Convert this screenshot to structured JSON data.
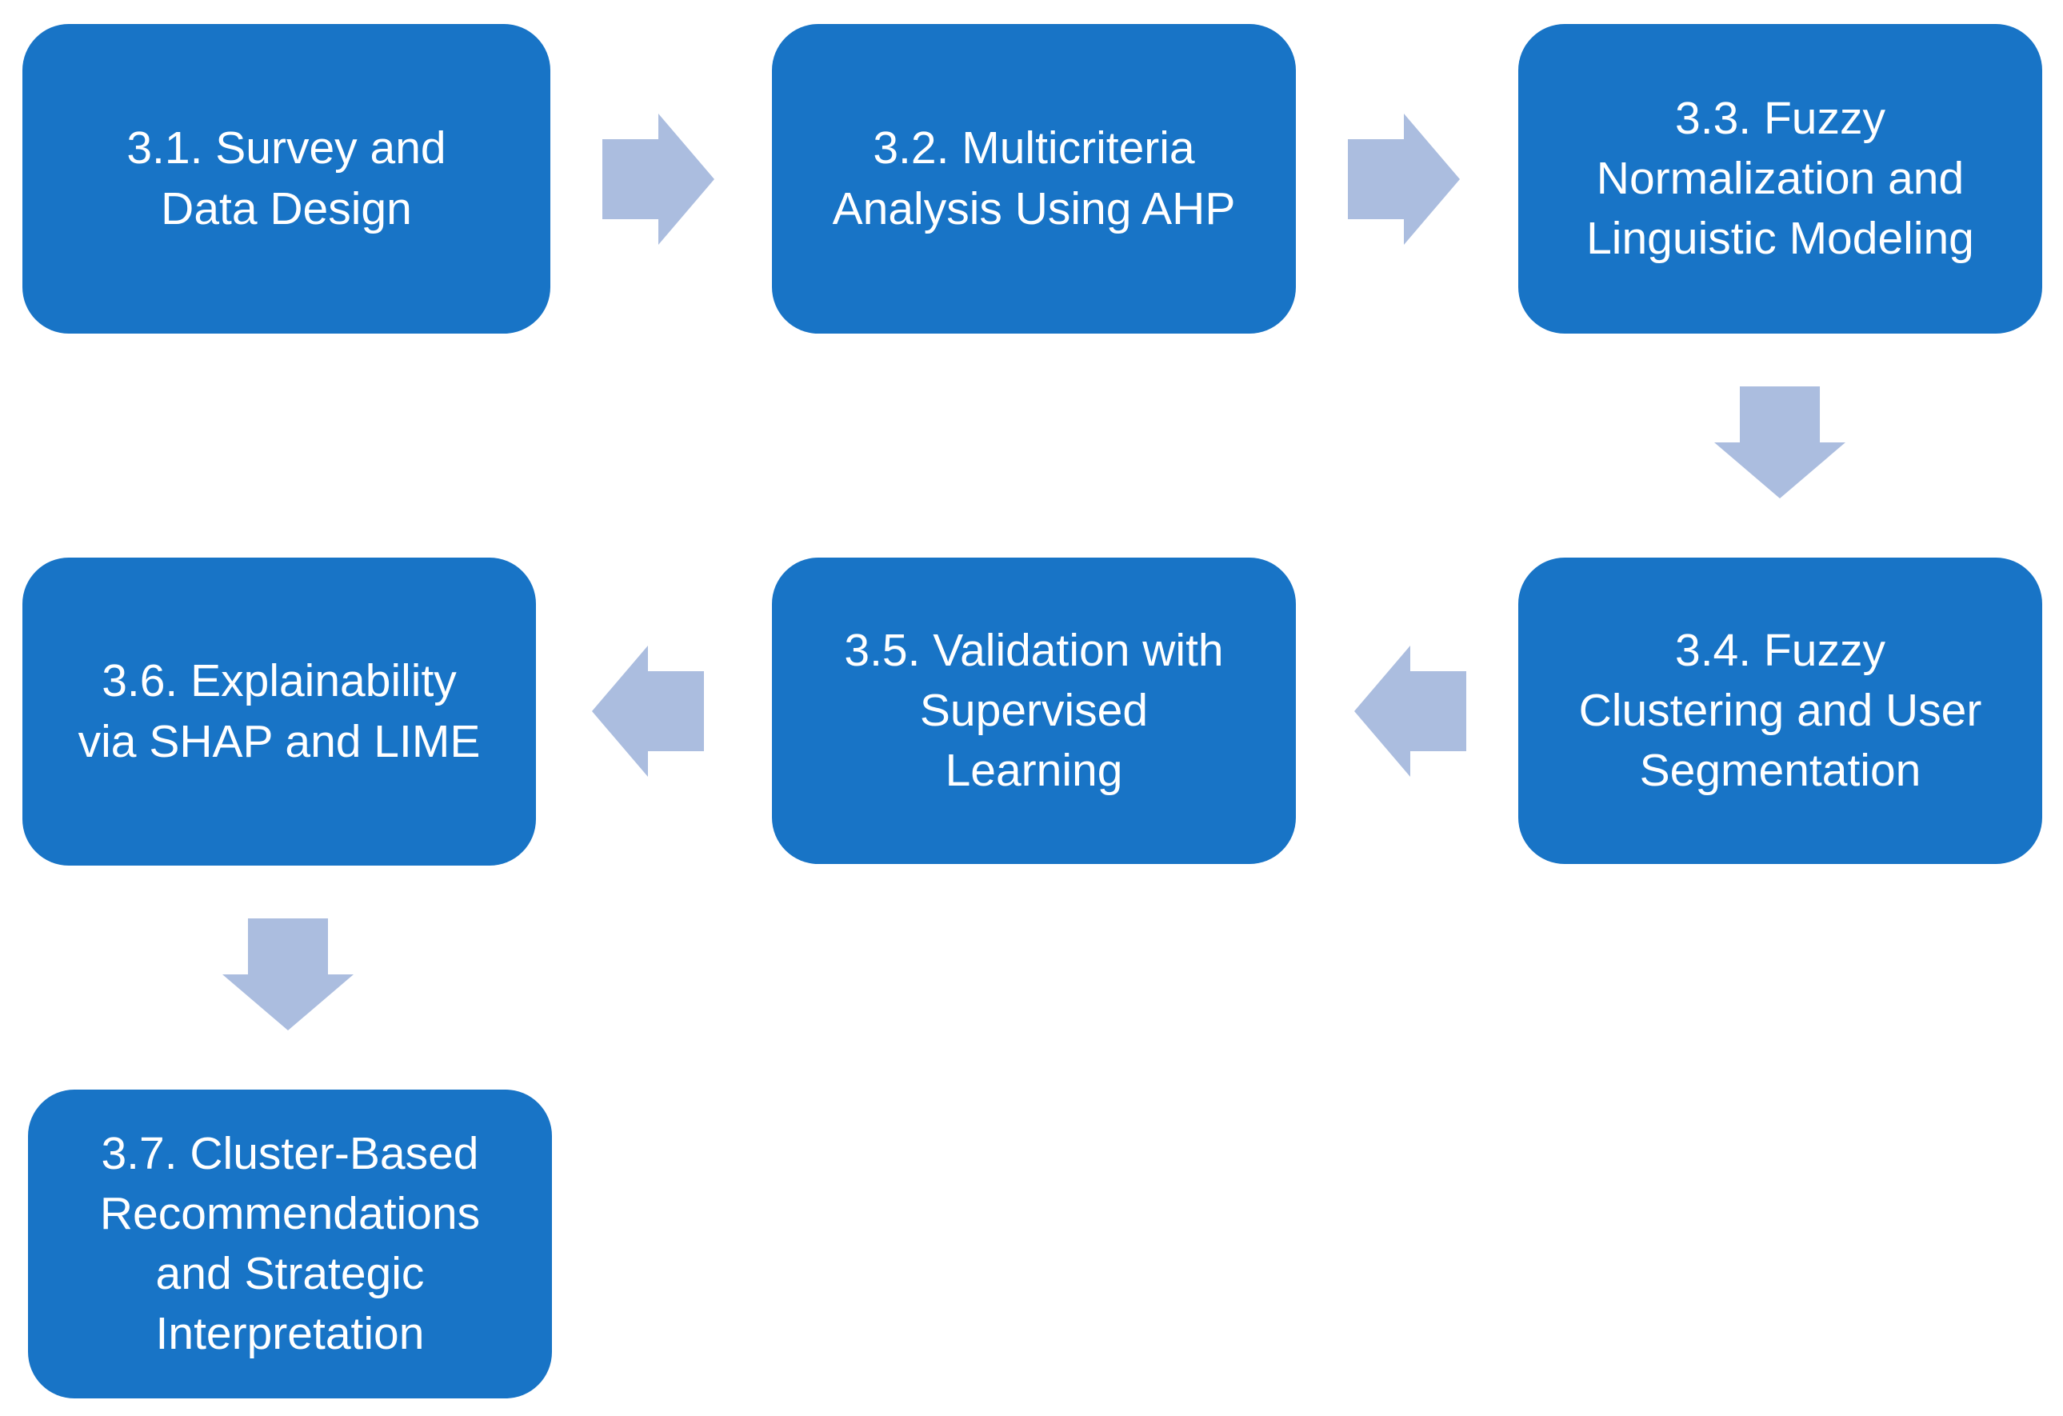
{
  "colors": {
    "background": "#FFFFFF",
    "node_fill": "#1874C6",
    "node_text": "#FFFFFF",
    "arrow_fill": "#ABBDDF"
  },
  "nodes": [
    {
      "id": "3.1",
      "label": "3.1. Survey and\nData Design"
    },
    {
      "id": "3.2",
      "label": "3.2. Multicriteria\nAnalysis Using AHP"
    },
    {
      "id": "3.3",
      "label": "3.3. Fuzzy\nNormalization and\nLinguistic Modeling"
    },
    {
      "id": "3.4",
      "label": "3.4. Fuzzy\nClustering and User\nSegmentation"
    },
    {
      "id": "3.5",
      "label": "3.5. Validation with\nSupervised\nLearning"
    },
    {
      "id": "3.6",
      "label": "3.6. Explainability\nvia SHAP and LIME"
    },
    {
      "id": "3.7",
      "label": "3.7. Cluster-Based\nRecommendations\nand Strategic\nInterpretation"
    }
  ],
  "connectors": [
    {
      "from": "3.1",
      "to": "3.2",
      "direction": "right"
    },
    {
      "from": "3.2",
      "to": "3.3",
      "direction": "right"
    },
    {
      "from": "3.3",
      "to": "3.4",
      "direction": "down"
    },
    {
      "from": "3.4",
      "to": "3.5",
      "direction": "left"
    },
    {
      "from": "3.5",
      "to": "3.6",
      "direction": "left"
    },
    {
      "from": "3.6",
      "to": "3.7",
      "direction": "down"
    }
  ]
}
